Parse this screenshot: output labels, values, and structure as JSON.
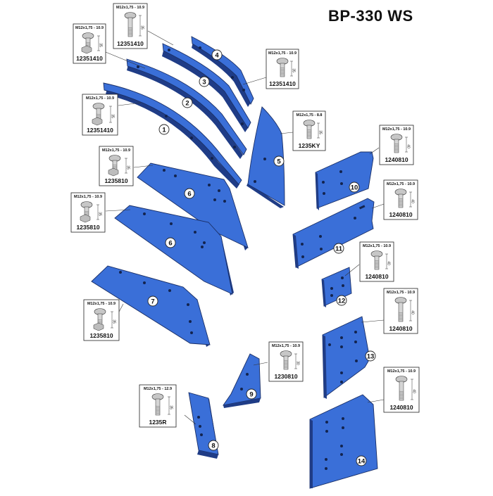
{
  "title": "BP-330 WS",
  "colors": {
    "part_fill": "#3a6fd8",
    "part_edge": "#1a2f66",
    "shadow": "#1f3c86",
    "hole": "#13244f"
  },
  "bolts": [
    {
      "id": "b1",
      "spec": "M12x1,75 - 10.9",
      "code": "12351410",
      "length": "35"
    },
    {
      "id": "b2",
      "spec": "M12x1,75 - 10.9",
      "code": "12351410",
      "length": "35"
    },
    {
      "id": "b3",
      "spec": "M12x1,75 - 10.9",
      "code": "12351410",
      "length": "35"
    },
    {
      "id": "b4",
      "spec": "M12x1,75 - 10.9",
      "code": "12351410",
      "length": "35"
    },
    {
      "id": "b5",
      "spec": "M12x1,75 - 8.8",
      "code": "1235KY",
      "length": "35"
    },
    {
      "id": "b6",
      "spec": "M12x1,75 - 10.9",
      "code": "1235810",
      "length": "35"
    },
    {
      "id": "b7",
      "spec": "M12x1,75 - 10.9",
      "code": "1235810",
      "length": "35"
    },
    {
      "id": "b8",
      "spec": "M12x1,75 - 10.9",
      "code": "1235810",
      "length": "35"
    },
    {
      "id": "b9",
      "spec": "M12x1,75 - 10.9",
      "code": "1240810",
      "length": "40"
    },
    {
      "id": "b10",
      "spec": "M12x1,75 - 10.9",
      "code": "1240810",
      "length": "40"
    },
    {
      "id": "b11",
      "spec": "M12x1,75 - 10.9",
      "code": "1240810",
      "length": "40"
    },
    {
      "id": "b12",
      "spec": "M12x1,75 - 10.9",
      "code": "1240810",
      "length": "40"
    },
    {
      "id": "b13",
      "spec": "M12x1,75 - 10.9",
      "code": "1240810",
      "length": "40"
    },
    {
      "id": "b14",
      "spec": "M12x1,75 - 10.9",
      "code": "1230810",
      "length": "30"
    },
    {
      "id": "b15",
      "spec": "M12x1,75 - 12.9",
      "code": "1235R",
      "length": "35"
    }
  ],
  "parts": [
    {
      "id": "p1",
      "label": "1"
    },
    {
      "id": "p2",
      "label": "2"
    },
    {
      "id": "p3",
      "label": "3"
    },
    {
      "id": "p4",
      "label": "4"
    },
    {
      "id": "p5",
      "label": "5"
    },
    {
      "id": "p6a",
      "label": "6"
    },
    {
      "id": "p6b",
      "label": "6"
    },
    {
      "id": "p7",
      "label": "7"
    },
    {
      "id": "p8",
      "label": "8"
    },
    {
      "id": "p9",
      "label": "9"
    },
    {
      "id": "p10",
      "label": "10"
    },
    {
      "id": "p11",
      "label": "11"
    },
    {
      "id": "p12",
      "label": "12"
    },
    {
      "id": "p13",
      "label": "13"
    },
    {
      "id": "p14",
      "label": "14"
    }
  ]
}
